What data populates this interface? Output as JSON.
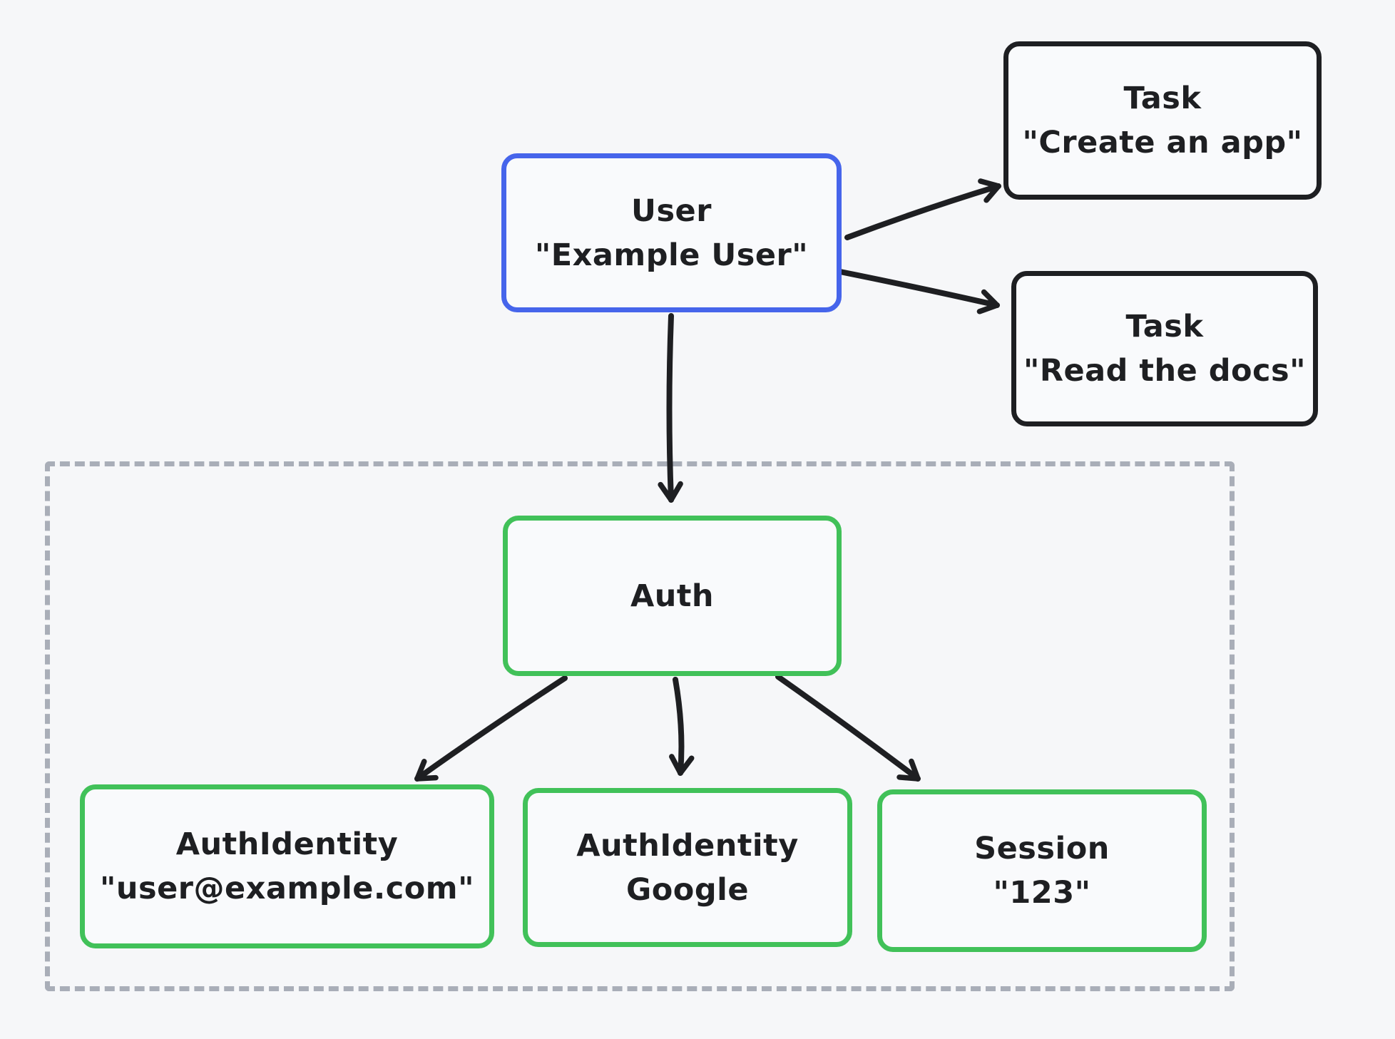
{
  "diagram": {
    "description": "Entity relationship sketch of a User with Tasks and an Auth scope",
    "colors": {
      "background": "#f6f7f9",
      "node_fill": "#f9fafc",
      "user_border_blue": "#4665eb",
      "auth_border_green": "#41c159",
      "task_border_black": "#1e1f22",
      "text": "#1e1f22",
      "dashed_container_gray": "#a9aeb8",
      "arrow": "#1e1f22"
    },
    "nodes": {
      "user": {
        "line1": "User",
        "line2": "\"Example User\""
      },
      "task_create": {
        "line1": "Task",
        "line2": "\"Create an app\""
      },
      "task_read": {
        "line1": "Task",
        "line2": "\"Read the docs\""
      },
      "auth": {
        "line1": "Auth"
      },
      "auth_identity_email": {
        "line1": "AuthIdentity",
        "line2": "\"user@example.com\""
      },
      "auth_identity_google": {
        "line1": "AuthIdentity",
        "line2": "Google"
      },
      "session": {
        "line1": "Session",
        "line2": "\"123\""
      }
    },
    "edges": [
      {
        "from": "user",
        "to": "task_create"
      },
      {
        "from": "user",
        "to": "task_read"
      },
      {
        "from": "user",
        "to": "auth"
      },
      {
        "from": "auth",
        "to": "auth_identity_email"
      },
      {
        "from": "auth",
        "to": "auth_identity_google"
      },
      {
        "from": "auth",
        "to": "session"
      }
    ]
  }
}
